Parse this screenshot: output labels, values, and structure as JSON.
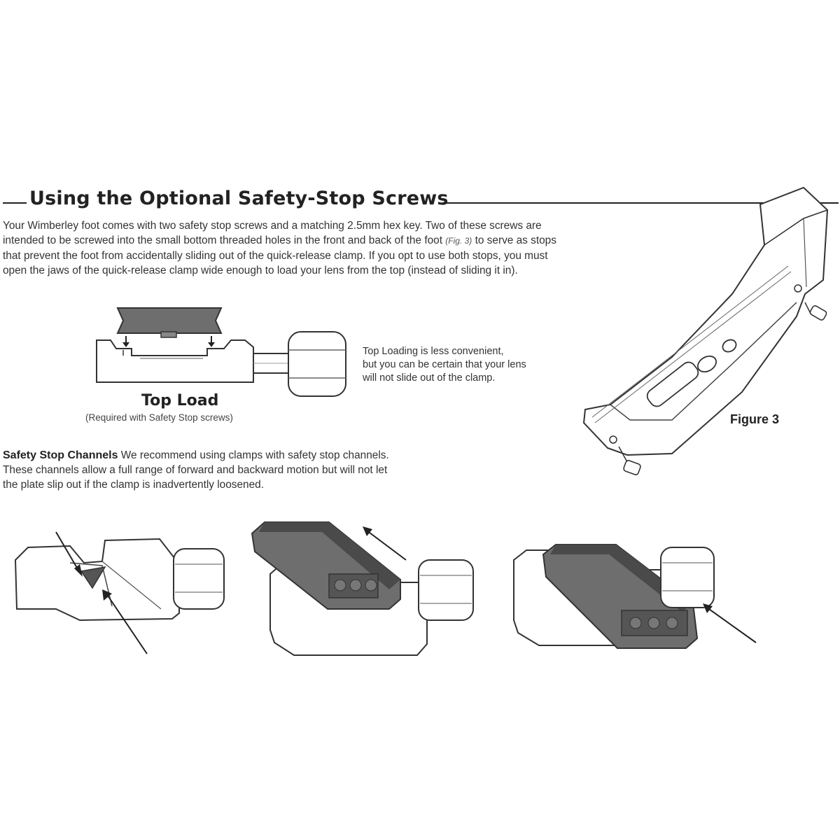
{
  "section": {
    "title": "Using the Optional Safety-Stop Screws",
    "intro_line1": "Your Wimberley foot comes with two safety stop screws and a matching 2.5mm hex key. Two of these screws are",
    "intro_line2a": "intended to be screwed into the small bottom threaded holes in the front and back of the foot ",
    "intro_fig_ref": "(Fig. 3)",
    "intro_line2b": " to serve as stops",
    "intro_line3": "that prevent the foot from accidentally sliding out of the quick-release clamp. If you opt to use both stops, you must",
    "intro_line4": "open the jaws of the quick-release clamp wide enough to load your lens from the top (instead of sliding it in)."
  },
  "top_load": {
    "caption": "Top Load",
    "subcaption": "(Required with Safety Stop screws)",
    "note_line1": "Top Loading is less convenient,",
    "note_line2": "but you can be certain that your lens",
    "note_line3": "will not slide out of the clamp."
  },
  "figure3": {
    "label": "Figure 3"
  },
  "channels": {
    "lead": "Safety Stop Channels",
    "line1": " We recommend using clamps with safety stop channels.",
    "line2": "These channels allow a full range of forward and backward motion but will not let",
    "line3": "the plate slip out if the clamp is inadvertently loosened."
  },
  "colors": {
    "ink": "#222222",
    "plate": "#6e6e6e",
    "plate_dark": "#4a4a4a",
    "outline": "#333333"
  }
}
